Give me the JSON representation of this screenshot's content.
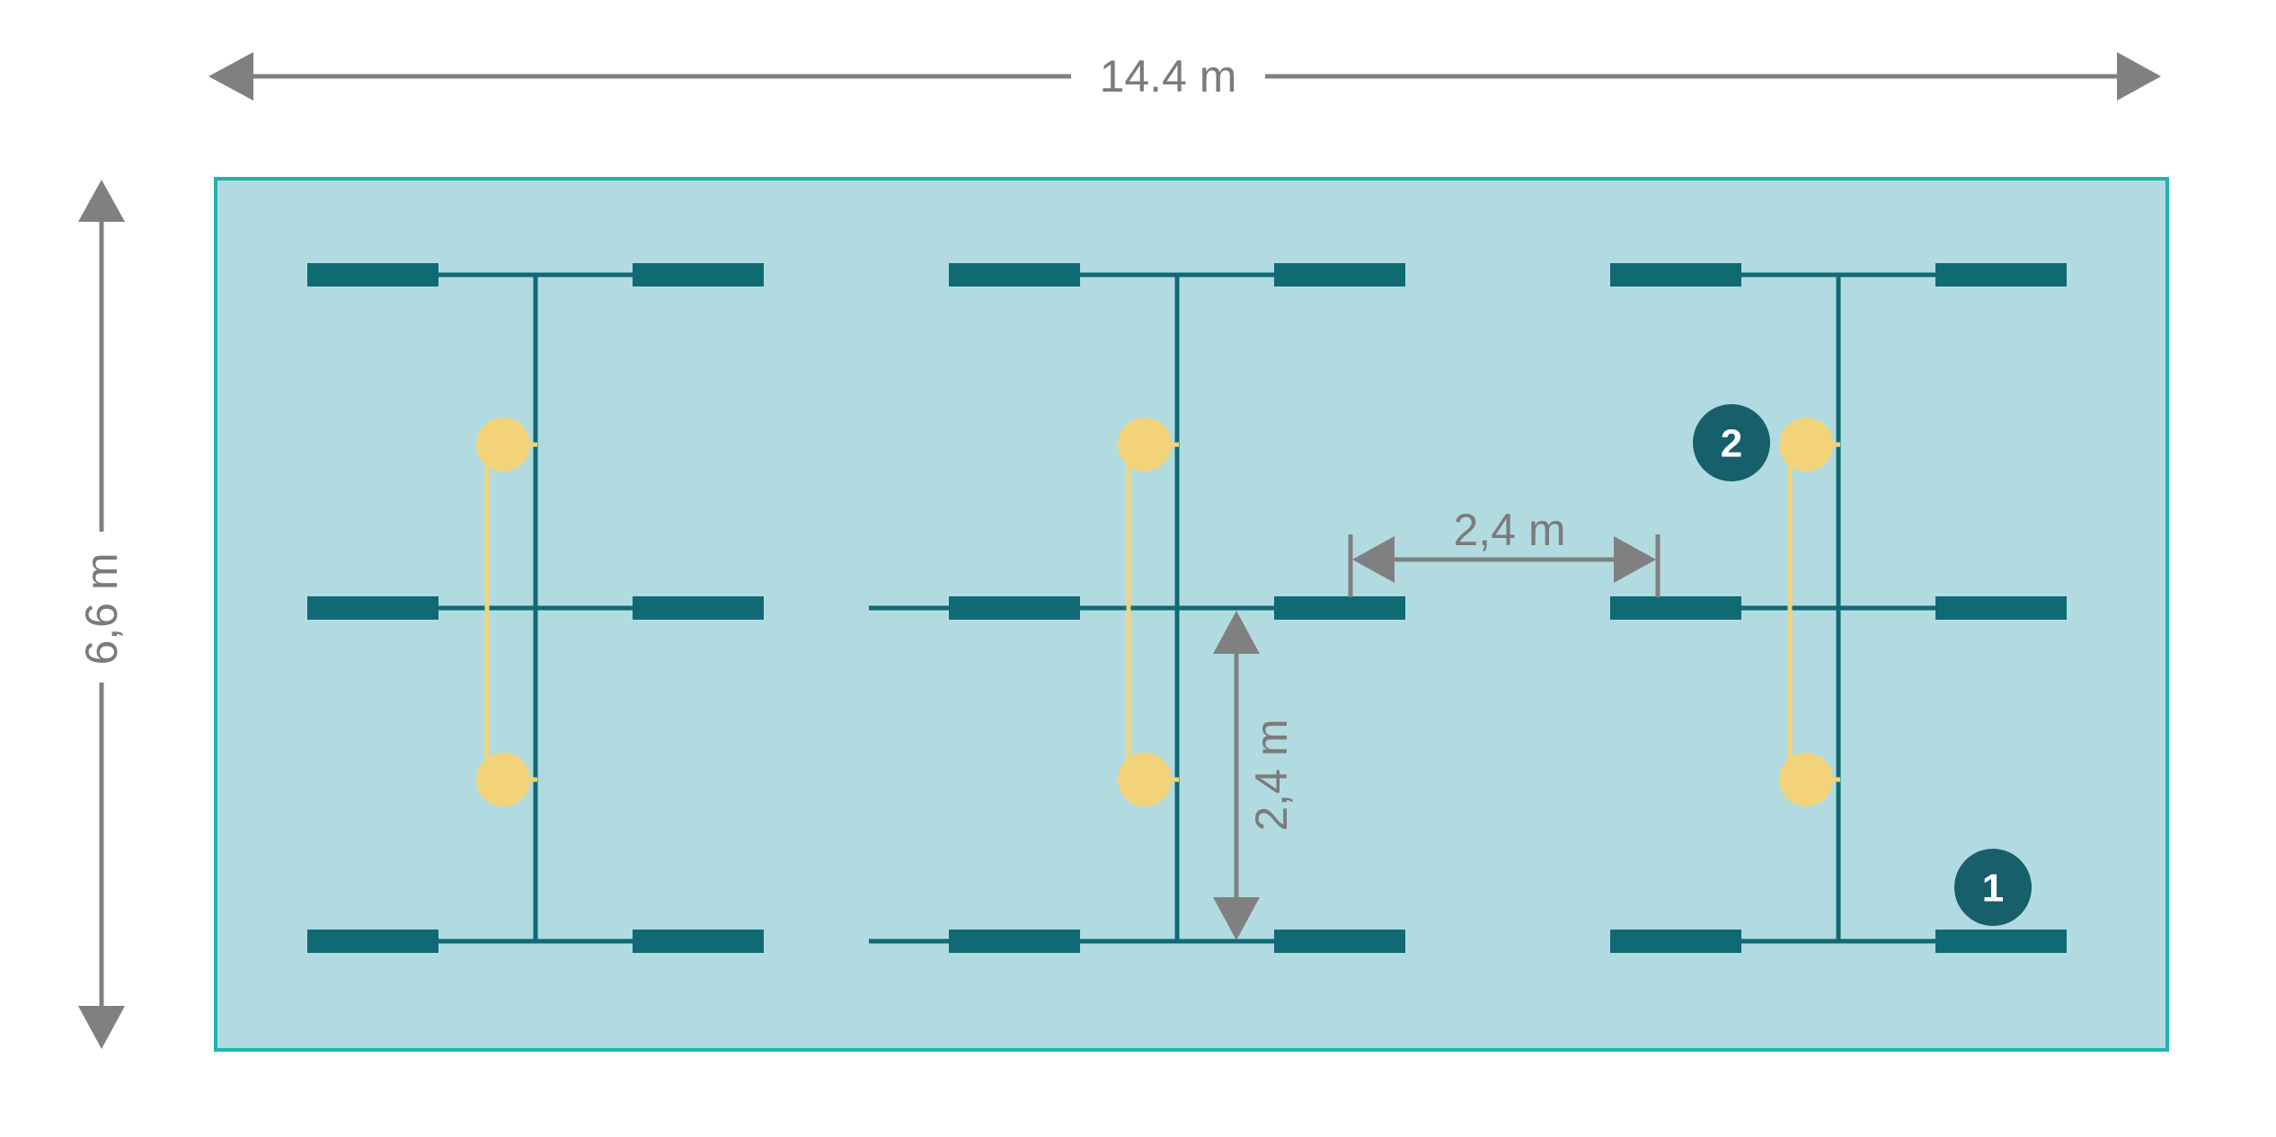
{
  "dimensions": {
    "width_label": "14.4 m",
    "height_label": "6,6 m",
    "horizontal_spacing_label": "2,4 m",
    "vertical_spacing_label": "2,4 m"
  },
  "badges": [
    {
      "label": "1"
    },
    {
      "label": "2"
    }
  ],
  "colors": {
    "area_fill": "#b1dbe0",
    "area_border": "#1fb3b0",
    "structure": "#0f6a74",
    "connector": "#f2d37a",
    "dimension": "#808080",
    "badge": "#175f6a"
  }
}
